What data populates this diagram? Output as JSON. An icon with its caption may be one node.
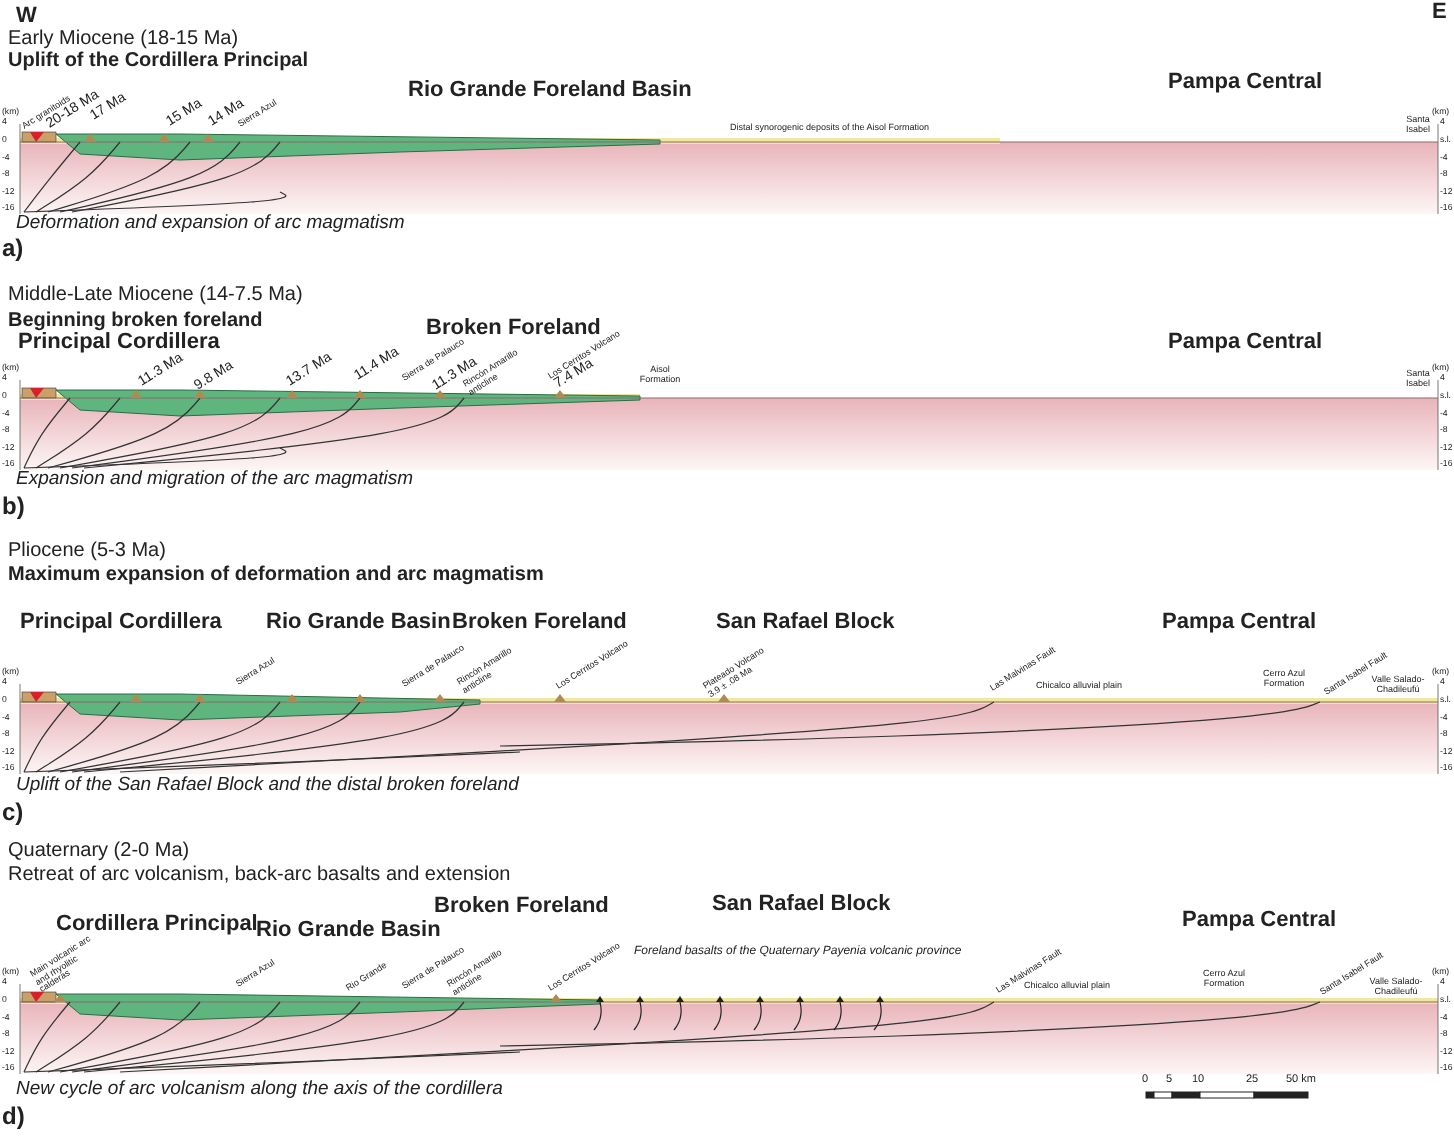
{
  "diagram": {
    "labels": [
      "W",
      "E",
      "Early Miocene (18-15 Ma)",
      "Uplift of the Cordillera Principal",
      "Rio Grande Foreland Basin",
      "Pampa Central",
      "Arc granitoids",
      "20-18 Ma",
      "17 Ma",
      "15 Ma",
      "14 Ma",
      "Sierra Azul",
      "Distal synorogenic deposits of the Aisol Formation",
      "Santa Isabel",
      "(km)",
      "4",
      "0",
      "-4",
      "-8",
      "-12",
      "-16",
      "(km)",
      "4",
      "s.l.",
      "-4",
      "-8",
      "-12",
      "-16",
      "Deformation and expansion of arc magmatism",
      "a)",
      "Middle-Late Miocene (14-7.5 Ma)",
      "Beginning broken foreland",
      "Broken Foreland",
      "Principal Cordillera",
      "Pampa Central",
      "11.3 Ma",
      "9.8 Ma",
      "13.7 Ma",
      "11.4 Ma",
      "Sierra de Palauco",
      "11.3 Ma",
      "Rincón Amarillo anticline",
      "Los Cerritos Volcano",
      "7.4 Ma",
      "Aisol Formation",
      "Santa Isabel",
      "(km)",
      "4",
      "0",
      "-4",
      "-8",
      "-12",
      "-16",
      "(km)",
      "4",
      "s.l.",
      "-4",
      "-8",
      "-12",
      "-16",
      "Expansion and migration of the arc magmatism",
      "b)",
      "Pliocene (5-3 Ma)",
      "Maximum expansion of deformation and arc magmatism",
      "Principal Cordillera",
      "Rio Grande Basin",
      "Broken Foreland",
      "San Rafael Block",
      "Pampa Central",
      "Sierra Azul",
      "Sierra de Palauco",
      "Rincón Amarillo anticline",
      "Los Cerritos Volcano",
      "Plateado Volcano 3.9 ± .08 Ma",
      "Las Malvinas Fault",
      "Chicalco alluvial plain",
      "Cerro Azul Formation",
      "Santa Isabel Fault",
      "Valle Salado-Chadileufú",
      "(km)",
      "4",
      "0",
      "-4",
      "-8",
      "-12",
      "-16",
      "(km)",
      "4",
      "s.l.",
      "-4",
      "-8",
      "-12",
      "-16",
      "Uplift of the San Rafael Block and the distal broken foreland",
      "c)",
      "Quaternary (2-0 Ma)",
      "Retreat of arc volcanism, back-arc basalts and extension",
      "Cordillera Principal",
      "Rio Grande Basin",
      "Broken Foreland",
      "San Rafael Block",
      "Pampa Central",
      "Foreland basalts of the Quaternary Payenia volcanic province",
      "Main volcanic arc and rhyolitic calderas",
      "Sierra Azul",
      "Rio Grande",
      "Sierra de Palauco",
      "Rincón Amarillo anticline",
      "Los Cerritos Volcano",
      "Las Malvinas Fault",
      "Chicalco alluvial plain",
      "Cerro Azul Formation",
      "Santa Isabel Fault",
      "Valle Salado-Chadileufú",
      "(km)",
      "4",
      "0",
      "-4",
      "-8",
      "-12",
      "-16",
      "(km)",
      "4",
      "s.l.",
      "-4",
      "-8",
      "-12",
      "-16",
      "New cycle of arc volcanism along the axis of the cordillera",
      "d)",
      "0",
      "5",
      "10",
      "25",
      "50 km"
    ]
  }
}
